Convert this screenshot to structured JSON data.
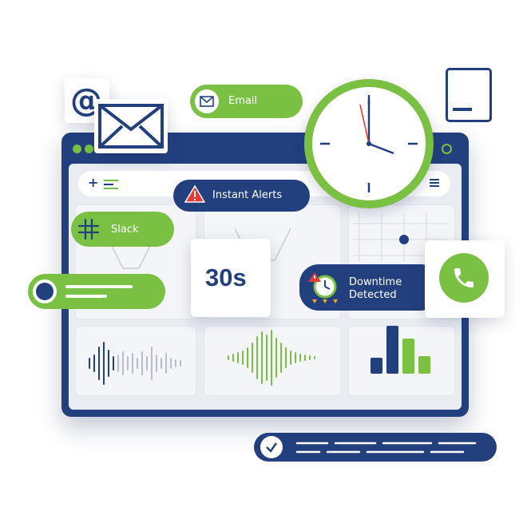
{
  "pills": {
    "email_label": "Email",
    "instant_alerts_label": "Instant Alerts",
    "slack_label": "Slack",
    "downtime_line1": "Downtime",
    "downtime_line2": "Detected"
  },
  "metric": {
    "response_time": "30s"
  },
  "icons": {
    "at": "@",
    "plus": "+"
  },
  "colors": {
    "brand_blue": "#23407e",
    "brand_green": "#7ac143",
    "alert_red": "#e53935"
  }
}
